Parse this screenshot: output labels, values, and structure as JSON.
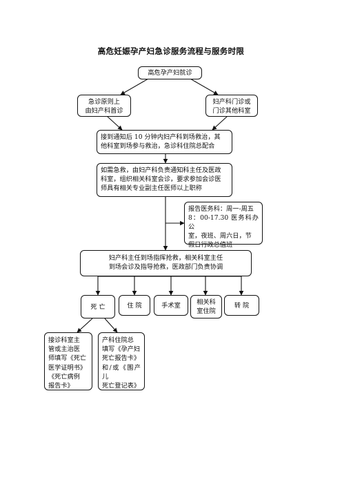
{
  "title": "高危妊娠孕产妇急诊服务流程与服务时限",
  "nodes": {
    "start": "高危孕产妇就诊",
    "left_entry": "急诊原则上\n由妇产科首诊",
    "right_entry": "妇产科门诊或\n门诊其他科室",
    "notify": "接到通知后 10 分钟内妇产科到场救治，其\n他科室到场参与救治，急诊科住院总配合",
    "consult": "如需急救，由妇产科负责通知科主任及医政\n科室，组织相关科室会诊，要求参加会诊医\n师具有相关专业副主任医师以上职称",
    "report": "报告医务科：周一-周五\n8：00-17.30 医务科办公\n室，夜班、周六日，节\n假日行政总值班",
    "director": "妇产科主任到场指挥抢救，相关科室主任\n到场会诊及指导抢救，医政部门负责协调",
    "death": "死 亡",
    "hospitalize": "住 院",
    "operating_room": "手术室",
    "related_dept": "相关科\n室住院",
    "transfer": "转    院",
    "death_cert": "接诊科室主\n管或主治医\n师填写《死亡\n医学证明书》\n《死亡病例\n报告卡》",
    "maternal_report": "产科住院总\n填写《孕产妇\n死亡报告卡》\n和/或《围产儿\n死亡登记表》"
  }
}
